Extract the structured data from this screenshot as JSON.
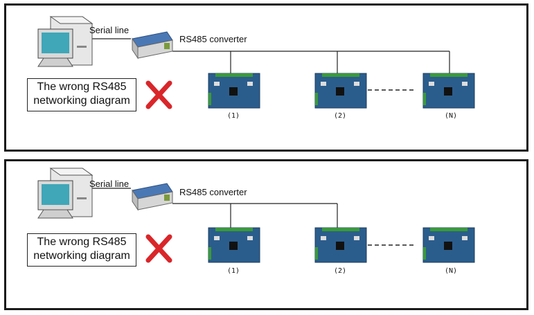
{
  "panels": [
    {
      "serial_label": "Serial line",
      "converter_label": "RS485 converter",
      "wrong_line1": "The wrong RS485",
      "wrong_line2": "networking diagram",
      "device_labels": [
        "(1)",
        "(2)",
        "(N)"
      ]
    },
    {
      "serial_label": "Serial line",
      "converter_label": "RS485 converter",
      "wrong_line1": "The wrong RS485",
      "wrong_line2": "networking diagram",
      "device_labels": [
        "(1)",
        "(2)",
        "(N)"
      ]
    }
  ],
  "icons": {
    "computer": "computer-icon",
    "converter": "converter-icon",
    "cross": "cross-icon",
    "board": "board-icon"
  },
  "colors": {
    "cross": "#d9262a",
    "board": "#2b5d8c",
    "monitor_screen": "#3fa7b8",
    "converter_top": "#4a78b5"
  }
}
